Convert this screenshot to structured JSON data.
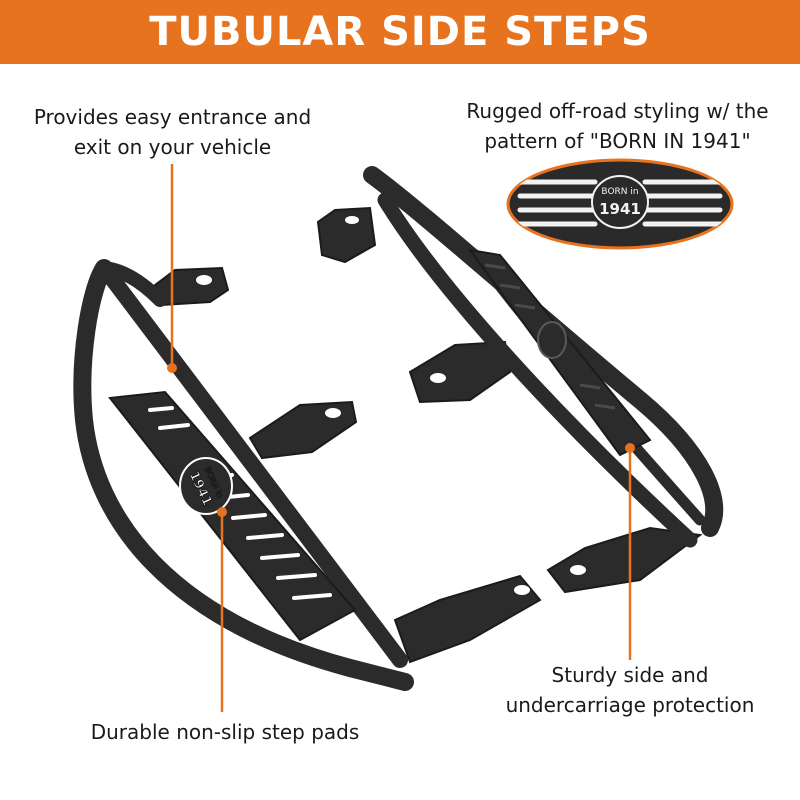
{
  "banner": {
    "title": "TUBULAR SIDE STEPS"
  },
  "callouts": {
    "entrance": {
      "line1": "Provides easy entrance and",
      "line2": "exit on your vehicle"
    },
    "styling": {
      "line1": "Rugged off-road styling w/ the",
      "line2": "pattern of \"BORN IN 1941\""
    },
    "step_pads": {
      "line1": "Durable non-slip step pads"
    },
    "protection": {
      "line1": "Sturdy side and",
      "line2": "undercarriage protection"
    }
  },
  "badge": {
    "line1": "BORN in",
    "line2": "1941"
  },
  "colors": {
    "accent": "#e8731f",
    "product": "#2a2a2a",
    "text": "#1a1a1a"
  }
}
